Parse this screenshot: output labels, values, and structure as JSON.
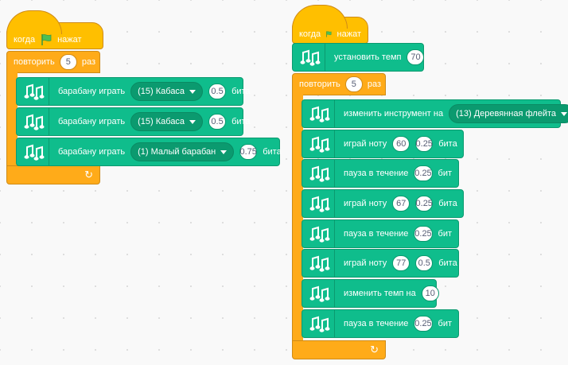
{
  "script1": {
    "hat_label": "когда",
    "hat_suffix": "нажат",
    "repeat_label": "повторить",
    "repeat_count": "5",
    "repeat_suffix": "раз",
    "blocks": [
      {
        "label": "барабану играть",
        "drum": "(15) Кабаса",
        "beats": "0.5",
        "unit": "бита"
      },
      {
        "label": "барабану играть",
        "drum": "(15) Кабаса",
        "beats": "0.5",
        "unit": "бита"
      },
      {
        "label": "барабану играть",
        "drum": "(1) Малый барабан",
        "beats": "0.75",
        "unit": "бита"
      }
    ]
  },
  "script2": {
    "hat_label": "когда",
    "hat_suffix": "нажат",
    "tempo_label": "установить темп",
    "tempo_value": "70",
    "repeat_label": "повторить",
    "repeat_count": "5",
    "repeat_suffix": "раз",
    "instrument_label": "изменить инструмент на",
    "instrument_value": "(13) Деревянная флейта",
    "play1_label": "играй ноту",
    "play1_note": "60",
    "play1_beats": "0.25",
    "play1_unit": "бита",
    "rest1_label": "пауза в течение",
    "rest1_beats": "0.25",
    "rest1_unit": "бит",
    "play2_label": "играй ноту",
    "play2_note": "67",
    "play2_beats": "0.25",
    "play2_unit": "бита",
    "rest2_label": "пауза в течение",
    "rest2_beats": "0.25",
    "rest2_unit": "бит",
    "play3_label": "играй ноту",
    "play3_note": "77",
    "play3_beats": "0.5",
    "play3_unit": "бита",
    "change_tempo_label": "изменить темп на",
    "change_tempo_value": "10",
    "rest3_label": "пауза в течение",
    "rest3_beats": "0.25",
    "rest3_unit": "бит"
  },
  "colors": {
    "events": "#ffbf00",
    "control": "#ffab19",
    "music": "#0fbd8c",
    "flag": "#4cbf56"
  },
  "icons": {
    "flag": "green-flag-icon",
    "music": "music-notes-icon",
    "loop": "loop-arrow-icon",
    "dropdown": "dropdown-arrow-icon"
  }
}
